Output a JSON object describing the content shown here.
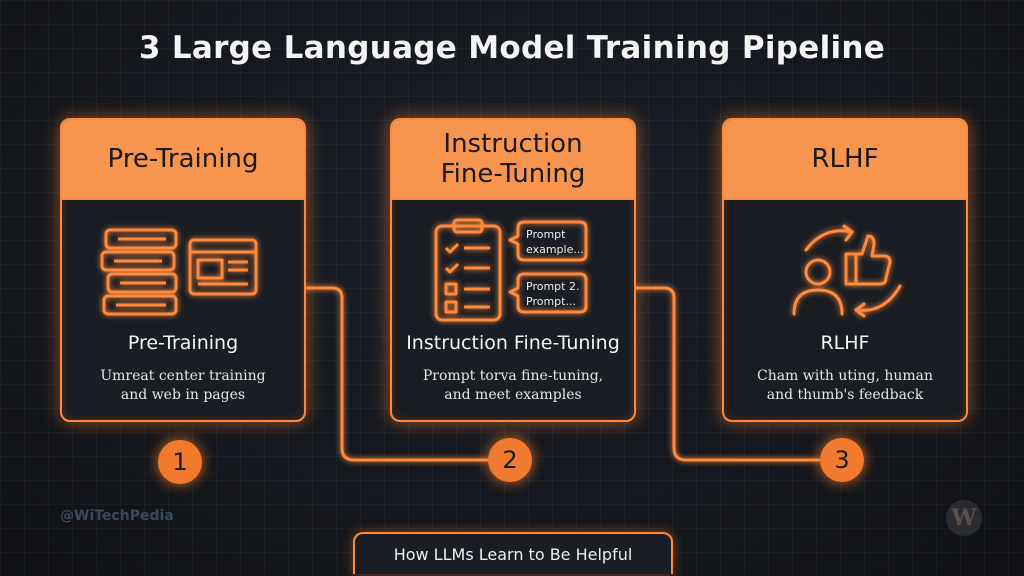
{
  "title": "3 Large Language Model Training Pipeline",
  "stages": [
    {
      "heading_lines": [
        "Pre-Training"
      ],
      "label": "Pre-Training",
      "desc_lines": [
        "Umreat center training",
        "and web in pages"
      ],
      "step": "1",
      "icon": "books-and-webpage-icon"
    },
    {
      "heading_lines": [
        "Instruction",
        "Fine-Tuning"
      ],
      "label": "Instruction Fine-Tuning",
      "desc_lines": [
        "Prompt torva fine-tuning,",
        "and meet examples"
      ],
      "step": "2",
      "icon": "checklist-with-prompts-icon",
      "bubbles": [
        [
          "Prompt",
          "example..."
        ],
        [
          "Prompt 2.",
          "Prompt..."
        ]
      ]
    },
    {
      "heading_lines": [
        "RLHF"
      ],
      "label": "RLHF",
      "desc_lines": [
        "Cham with uting, human",
        "and thumb's feedback"
      ],
      "step": "3",
      "icon": "human-feedback-thumbs-up-icon"
    }
  ],
  "watermark": "@WiTechPedia",
  "footer": "How LLMs Learn to Be Helpful",
  "logo_letter": "W",
  "colors": {
    "accent": "#ff8a3d",
    "header_fill": "#f7954f",
    "step_fill": "#f27a2e",
    "background": "#15181e"
  }
}
